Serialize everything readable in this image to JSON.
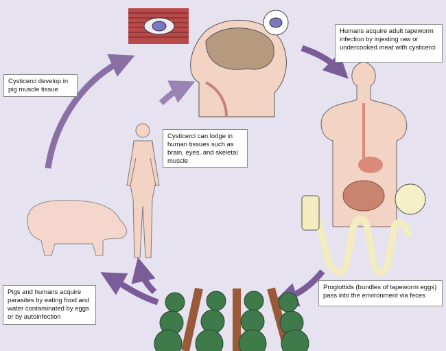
{
  "labels": {
    "human_infection": "Humans acquire adult tapeworm infection by injesting raw or undercooked meat with cysticerci",
    "pig_muscle": "Cysticerci develop in pig muscle tissue",
    "human_tissues": "Cysticerci can lodge in human tissues such as brain, eyes, and skeletal muscle",
    "acquire_parasites": "Pigs and humans acquire parasites by eating food and water contaminated by eggs or by autoinfection",
    "proglottids": "Proglottids (bundles of tapeworm eggs) pass into the environment via feces"
  },
  "colors": {
    "background": "#e6e2f0",
    "arrow": "#7a5c99",
    "skin": "#f3d3c4",
    "cabbage": "#3f7a4a"
  }
}
